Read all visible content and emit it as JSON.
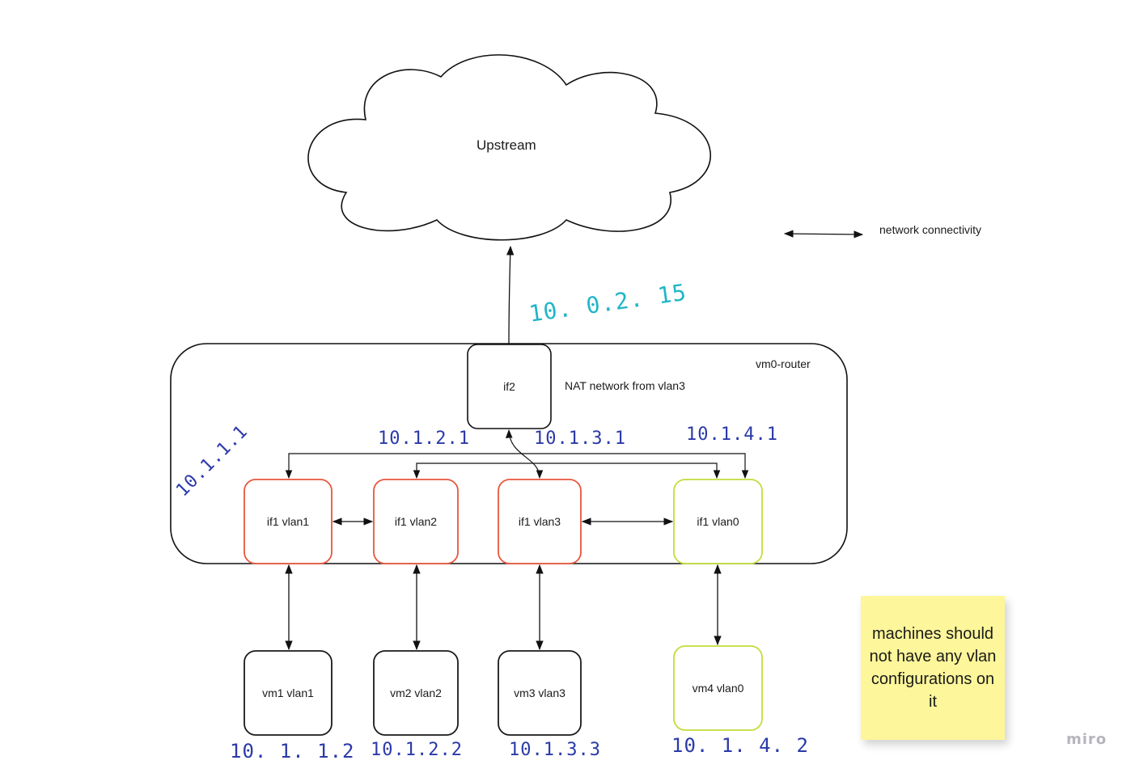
{
  "upstream": {
    "label": "Upstream"
  },
  "legend": {
    "label": "network connectivity"
  },
  "router": {
    "label": "vm0-router",
    "nat_note": "NAT network from vlan3"
  },
  "if2": {
    "label": "if2"
  },
  "interfaces": [
    {
      "label": "if1 vlan1",
      "color": "#e8553e"
    },
    {
      "label": "if1 vlan2",
      "color": "#e8553e"
    },
    {
      "label": "if1 vlan3",
      "color": "#e8553e"
    },
    {
      "label": "if1 vlan0",
      "color": "#c3dc3b"
    }
  ],
  "vms": [
    {
      "label": "vm1 vlan1",
      "color": "#1a1a1a"
    },
    {
      "label": "vm2 vlan2",
      "color": "#1a1a1a"
    },
    {
      "label": "vm3 vlan3",
      "color": "#1a1a1a"
    },
    {
      "label": "vm4 vlan0",
      "color": "#c3dc3b"
    }
  ],
  "handwritten": {
    "upstream_ip": "10. 0.2. 15",
    "ip_10_1_1_1": "10.1.1.1",
    "ip_10_1_2_1": "10.1.2.1",
    "ip_10_1_3_1": "10.1.3.1",
    "ip_10_1_4_1": "10.1.4.1",
    "vm1_ip": "10. 1. 1.2",
    "vm2_ip": "10.1.2.2",
    "vm3_ip": "10.1.3.3",
    "vm4_ip": "10. 1. 4. 2"
  },
  "sticky_note": {
    "text": "machines should not have any vlan configurations on it"
  },
  "watermark": "miro",
  "colors": {
    "handwriting_blue": "#2b3aa8",
    "handwriting_cyan": "#1fb6c8",
    "vlan_red": "#e8553e",
    "vlan0_green": "#c3dc3b",
    "sticky_yellow": "#fdf69a"
  }
}
